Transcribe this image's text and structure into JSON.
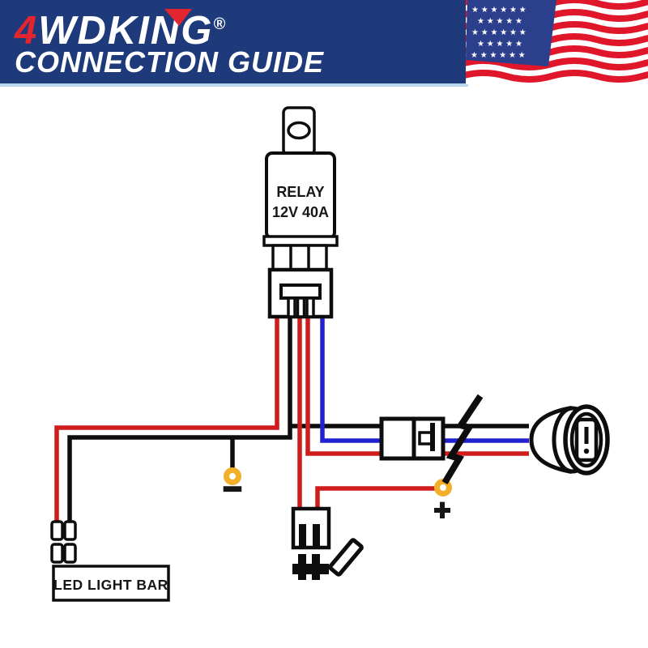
{
  "header": {
    "brand_prefix": "4",
    "brand_name": "WDKING",
    "registered_mark": "®",
    "subtitle": "CONNECTION GUIDE"
  },
  "flag": {
    "star_rows": [
      "★ ★ ★ ★ ★ ★",
      "★ ★ ★ ★ ★",
      "★ ★ ★ ★ ★ ★",
      "★ ★ ★ ★ ★",
      "★ ★ ★ ★ ★ ★"
    ]
  },
  "diagram": {
    "relay_label_line1": "RELAY",
    "relay_label_line2": "12V 40A",
    "led_bar_label": "LED LIGHT BAR",
    "negative_symbol": "−",
    "positive_symbol": "+"
  },
  "colors": {
    "banner_navy": "#1e3a7a",
    "logo_red": "#e32530",
    "banner_underline": "#b9d6ec",
    "wire_red": "#cf1d1d",
    "wire_black": "#0d0d0d",
    "wire_blue": "#2121d1",
    "ring_terminal_yellow": "#f2af29",
    "flag_canton_blue": "#2b3f8c",
    "flag_stripe_red": "#e0162b"
  }
}
